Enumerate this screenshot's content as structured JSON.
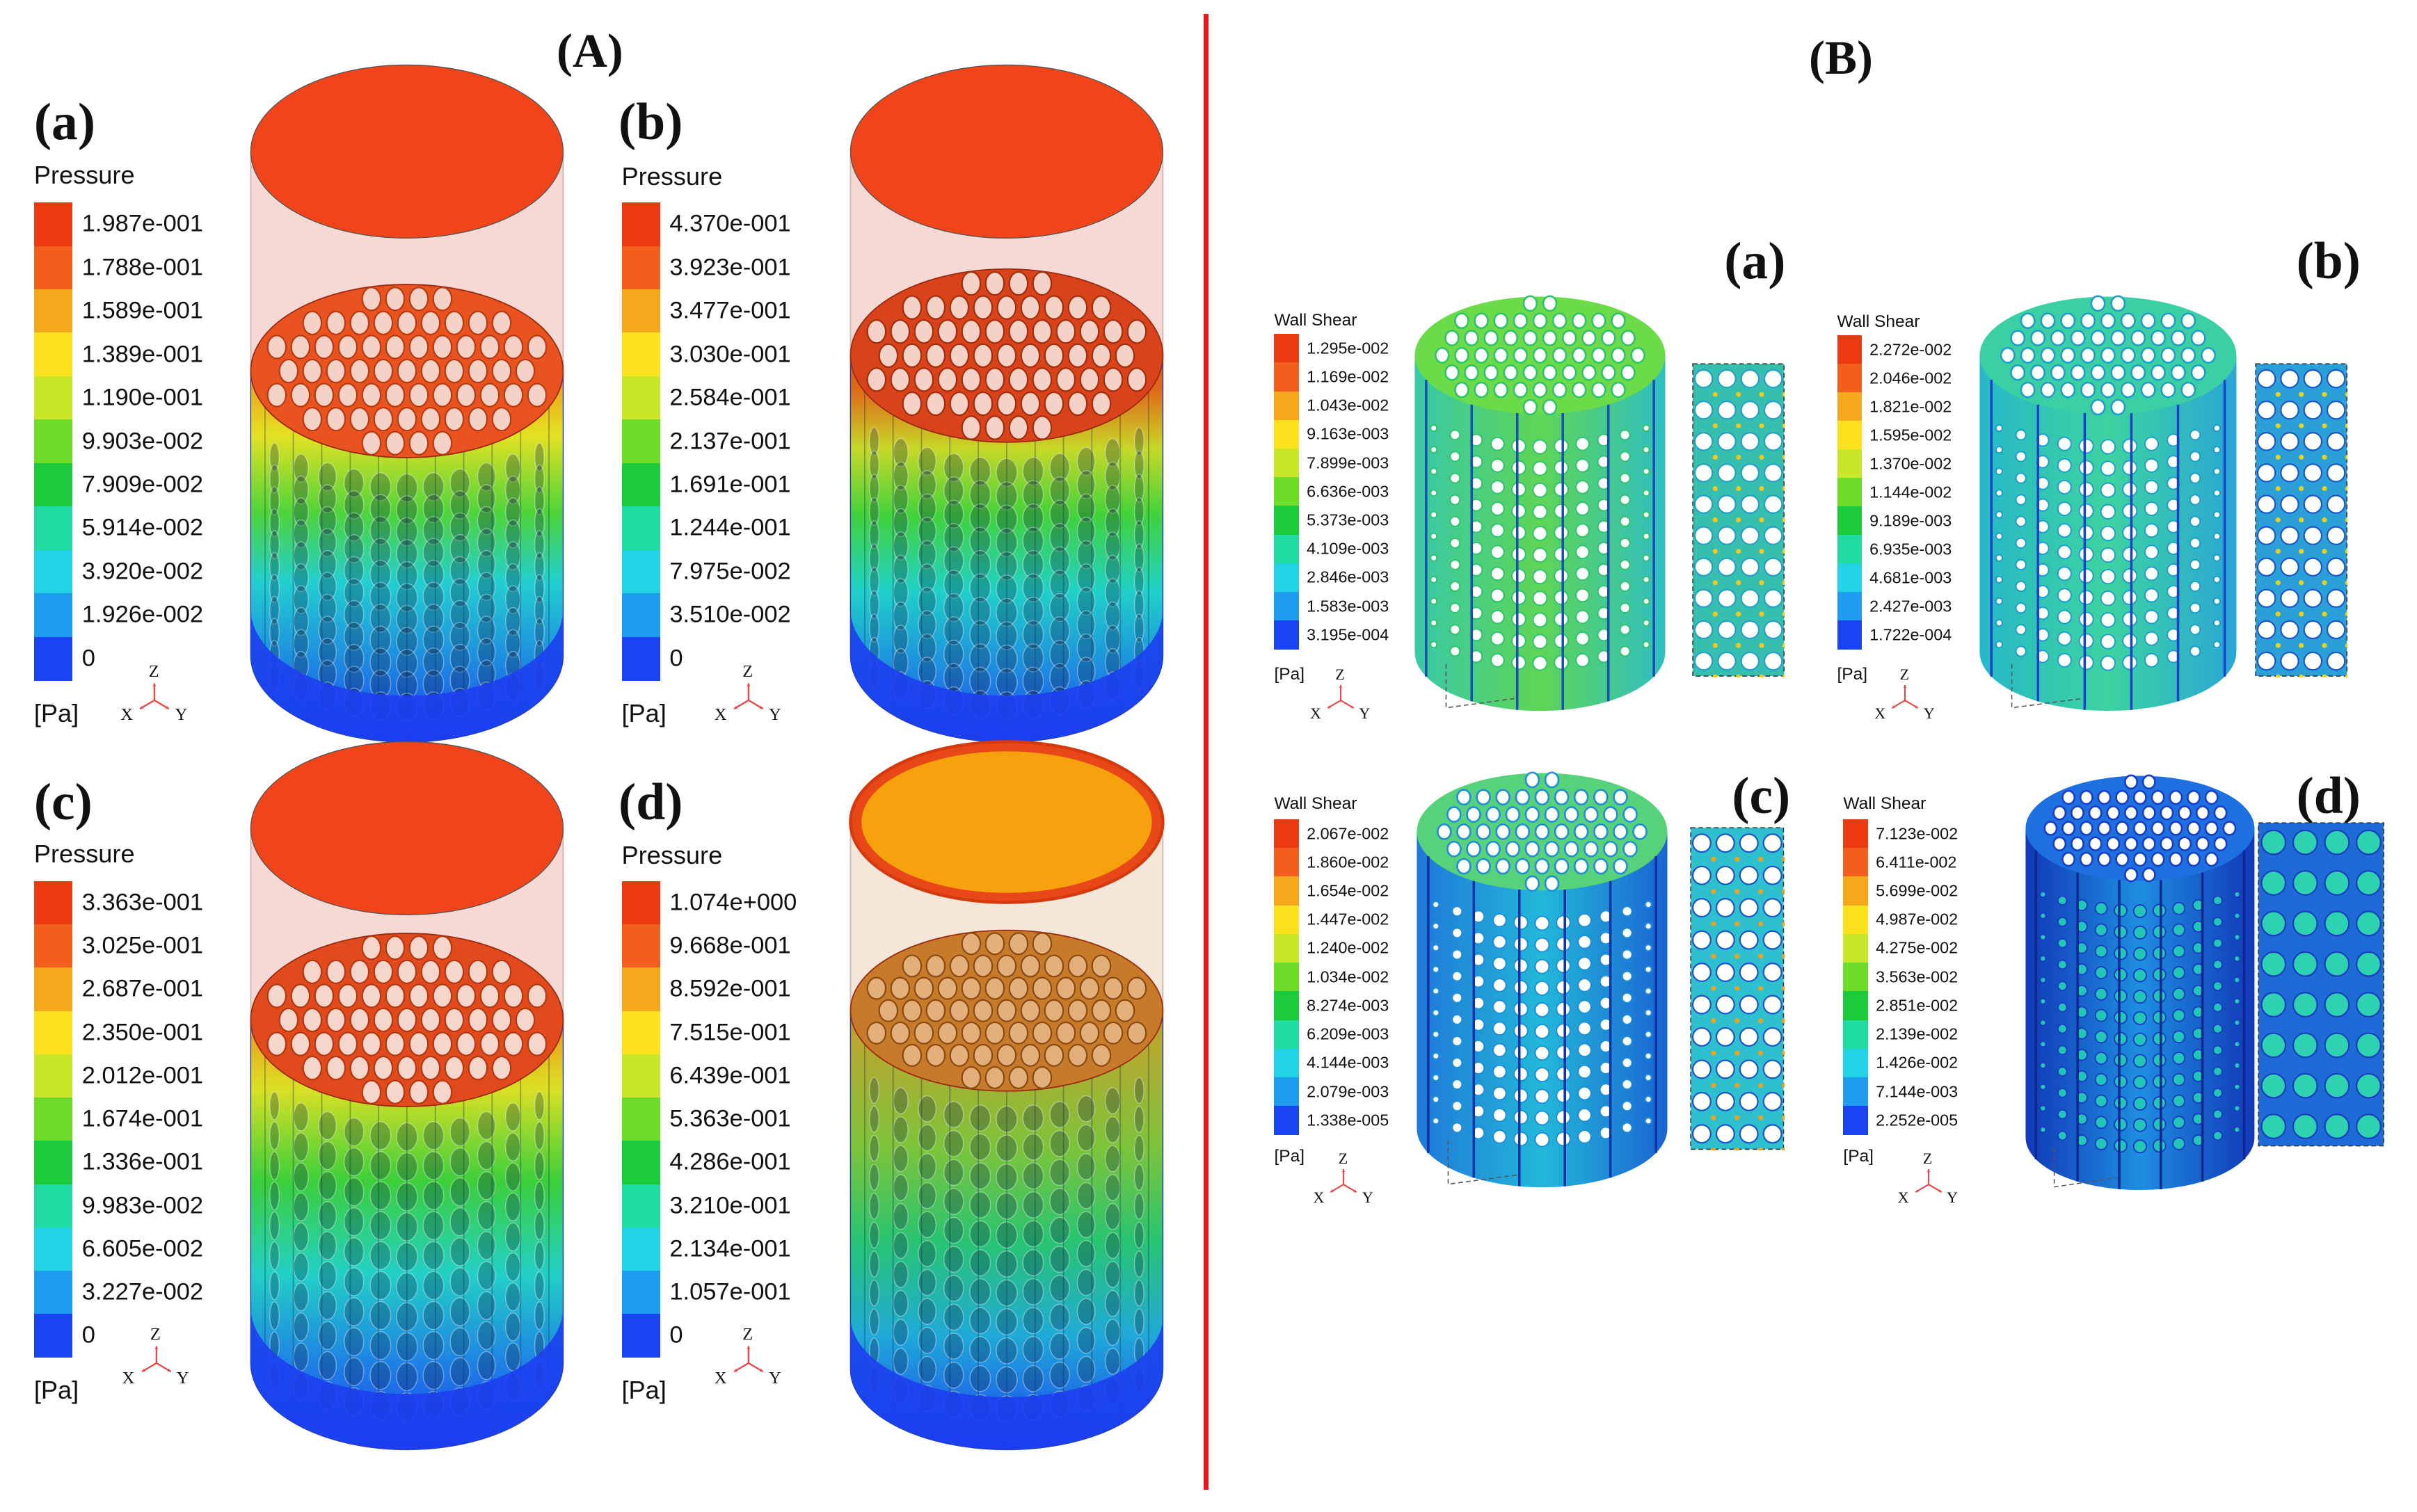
{
  "group_a_title": "(A)",
  "group_b_title": "(B)",
  "scale_colors": [
    "#1a44f2",
    "#1f9bf0",
    "#22d3e6",
    "#20dca2",
    "#1ccb3c",
    "#6fdc2a",
    "#c9e628",
    "#fbe21c",
    "#f7a71c",
    "#f25f1c",
    "#ec3a10"
  ],
  "colors": {
    "divider": "#e8191c",
    "wireframe": "#ff7043"
  },
  "pressure_panels": [
    {
      "letter": "(a)",
      "legend_title": "Pressure",
      "ticks": [
        "1.987e-001",
        "1.788e-001",
        "1.589e-001",
        "1.389e-001",
        "1.190e-001",
        "9.903e-002",
        "7.909e-002",
        "5.914e-002",
        "3.920e-002",
        "1.926e-002",
        "0"
      ],
      "unit": "[Pa]",
      "axes": {
        "z": "Z",
        "x": "X",
        "y": "Y"
      }
    },
    {
      "letter": "(b)",
      "legend_title": "Pressure",
      "ticks": [
        "4.370e-001",
        "3.923e-001",
        "3.477e-001",
        "3.030e-001",
        "2.584e-001",
        "2.137e-001",
        "1.691e-001",
        "1.244e-001",
        "7.975e-002",
        "3.510e-002",
        "0"
      ],
      "unit": "[Pa]",
      "axes": {
        "z": "Z",
        "x": "X",
        "y": "Y"
      }
    },
    {
      "letter": "(c)",
      "legend_title": "Pressure",
      "ticks": [
        "3.363e-001",
        "3.025e-001",
        "2.687e-001",
        "2.350e-001",
        "2.012e-001",
        "1.674e-001",
        "1.336e-001",
        "9.983e-002",
        "6.605e-002",
        "3.227e-002",
        "0"
      ],
      "unit": "[Pa]",
      "axes": {
        "z": "Z",
        "x": "X",
        "y": "Y"
      }
    },
    {
      "letter": "(d)",
      "legend_title": "Pressure",
      "ticks": [
        "1.074e+000",
        "9.668e-001",
        "8.592e-001",
        "7.515e-001",
        "6.439e-001",
        "5.363e-001",
        "4.286e-001",
        "3.210e-001",
        "2.134e-001",
        "1.057e-001",
        "0"
      ],
      "unit": "[Pa]",
      "axes": {
        "z": "Z",
        "x": "X",
        "y": "Y"
      }
    }
  ],
  "shear_panels": [
    {
      "letter": "(a)",
      "legend_title": "Wall Shear",
      "ticks": [
        "1.295e-002",
        "1.169e-002",
        "1.043e-002",
        "9.163e-003",
        "7.899e-003",
        "6.636e-003",
        "5.373e-003",
        "4.109e-003",
        "2.846e-003",
        "1.583e-003",
        "3.195e-004"
      ],
      "unit": "[Pa]",
      "axes": {
        "z": "Z",
        "x": "X",
        "y": "Y"
      }
    },
    {
      "letter": "(b)",
      "legend_title": "Wall Shear",
      "ticks": [
        "2.272e-002",
        "2.046e-002",
        "1.821e-002",
        "1.595e-002",
        "1.370e-002",
        "1.144e-002",
        "9.189e-003",
        "6.935e-003",
        "4.681e-003",
        "2.427e-003",
        "1.722e-004"
      ],
      "unit": "[Pa]",
      "axes": {
        "z": "Z",
        "x": "X",
        "y": "Y"
      }
    },
    {
      "letter": "(c)",
      "legend_title": "Wall Shear",
      "ticks": [
        "2.067e-002",
        "1.860e-002",
        "1.654e-002",
        "1.447e-002",
        "1.240e-002",
        "1.034e-002",
        "8.274e-003",
        "6.209e-003",
        "4.144e-003",
        "2.079e-003",
        "1.338e-005"
      ],
      "unit": "[Pa]",
      "axes": {
        "z": "Z",
        "x": "X",
        "y": "Y"
      }
    },
    {
      "letter": "(d)",
      "legend_title": "Wall Shear",
      "ticks": [
        "7.123e-002",
        "6.411e-002",
        "5.699e-002",
        "4.987e-002",
        "4.275e-002",
        "3.563e-002",
        "2.851e-002",
        "2.139e-002",
        "1.426e-002",
        "7.144e-003",
        "2.252e-005"
      ],
      "unit": "[Pa]",
      "axes": {
        "z": "Z",
        "x": "X",
        "y": "Y"
      }
    }
  ]
}
